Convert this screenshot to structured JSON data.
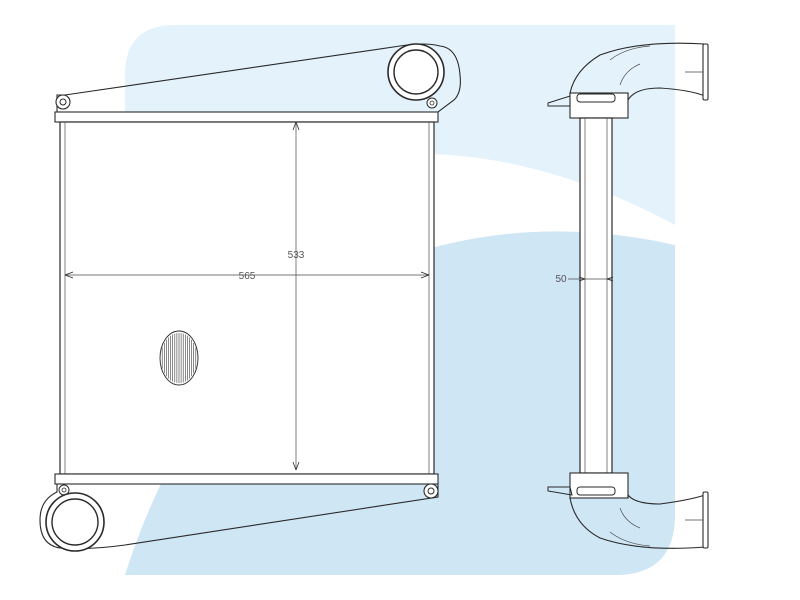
{
  "drawing": {
    "front_view": {
      "width_dimension": "565",
      "height_dimension": "533"
    },
    "side_view": {
      "thickness_dimension": "50"
    }
  },
  "colors": {
    "watermark_light": "#e4f2fb",
    "watermark_mid": "#cfe6f5",
    "line": "#2a2a2a",
    "dimension_text": "#555555"
  }
}
